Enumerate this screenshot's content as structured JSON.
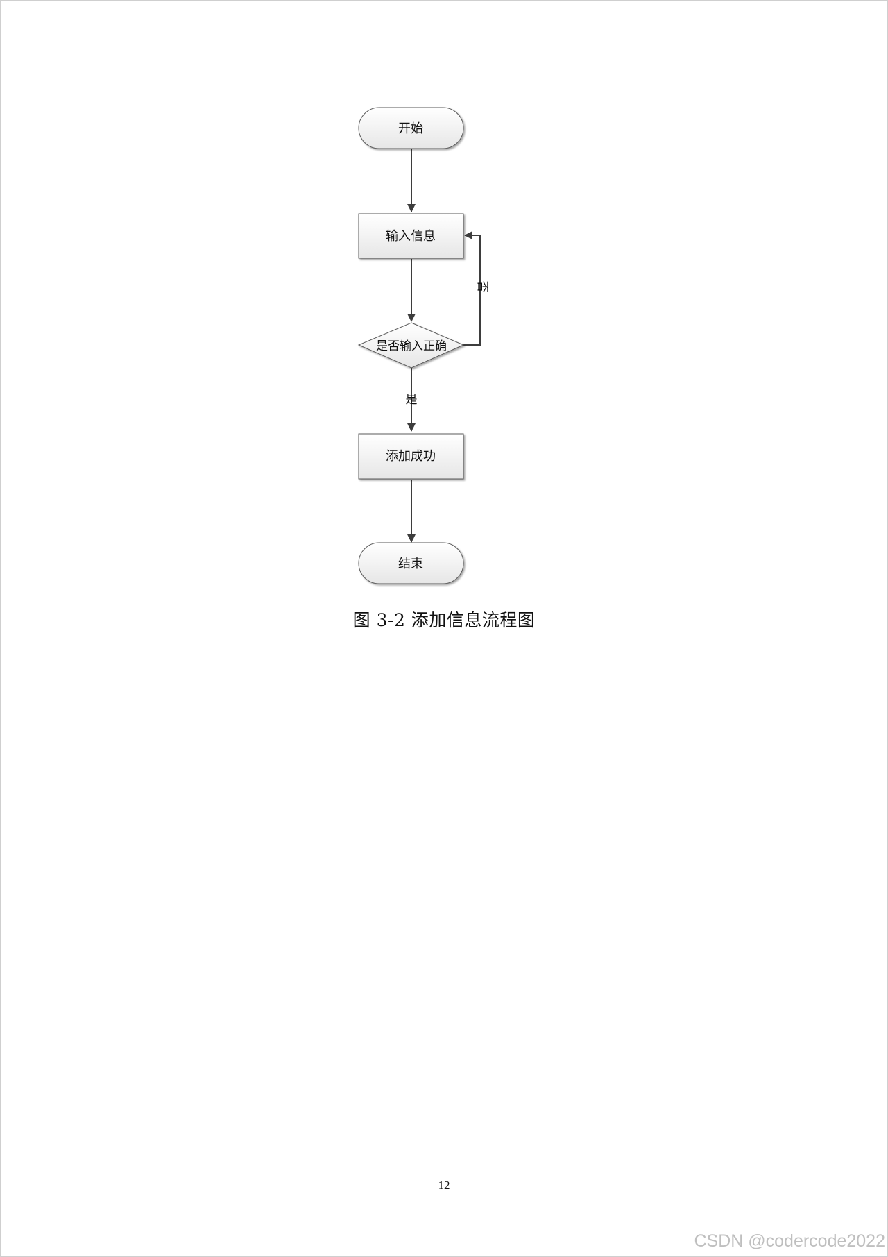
{
  "flowchart": {
    "nodes": {
      "start": {
        "shape": "terminal",
        "label": "开始"
      },
      "input": {
        "shape": "process",
        "label": "输入信息"
      },
      "check": {
        "shape": "decision",
        "label": "是否输入正确"
      },
      "success": {
        "shape": "process",
        "label": "添加成功"
      },
      "end": {
        "shape": "terminal",
        "label": "结束"
      }
    },
    "edges": [
      {
        "from": "start",
        "to": "input",
        "label": ""
      },
      {
        "from": "input",
        "to": "check",
        "label": ""
      },
      {
        "from": "check",
        "to": "input",
        "label": "否"
      },
      {
        "from": "check",
        "to": "success",
        "label": "是"
      },
      {
        "from": "success",
        "to": "end",
        "label": ""
      }
    ]
  },
  "caption": "图 3-2 添加信息流程图",
  "page_number": "12",
  "watermark": "CSDN @codercode2022",
  "colors": {
    "node_fill_top": "#ffffff",
    "node_fill_bottom": "#e9e9e9",
    "node_stroke": "#5a5a5a",
    "edge": "#3d3d3d",
    "text": "#111111",
    "watermark": "#aaaaaa"
  }
}
